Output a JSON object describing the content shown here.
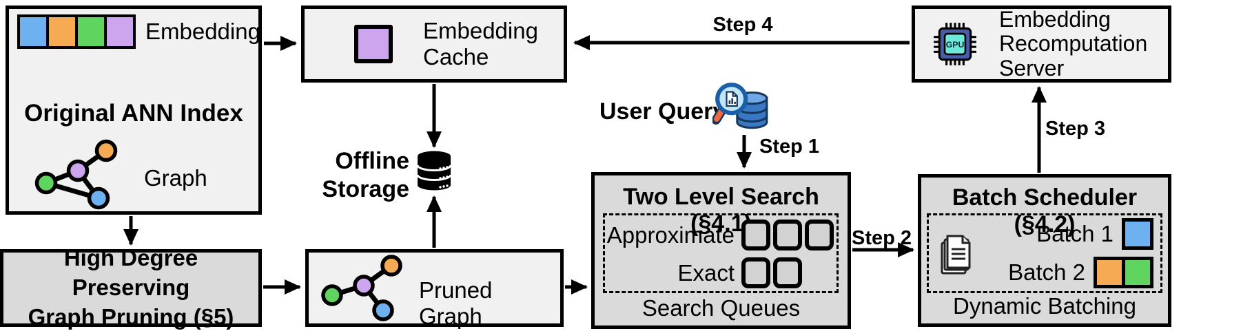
{
  "colors": {
    "blue": "#6eb1f1",
    "orange": "#f6aa54",
    "green": "#5fd45f",
    "purple": "#cda5ee",
    "box_light": "#f1f1f1",
    "box_dark": "#dadada",
    "queue_slot_fill": "#d2d2d2",
    "gpu_body": "#4a5ca6",
    "gpu_core": "#6fe9dc",
    "query_db_fill": "#3b78c4",
    "query_db_top": "#6fa8e4",
    "query_lens_fill": "#bfe7f8",
    "query_handle": "#f06a3d",
    "outline": "#000000"
  },
  "nodes": {
    "original_ann_index": {
      "title": "Original ANN Index",
      "embedding_label": "Embedding",
      "graph_label": "Graph",
      "embedding_colors": [
        "blue",
        "orange",
        "green",
        "purple"
      ]
    },
    "embedding_cache": {
      "label": "Embedding Cache"
    },
    "offline_storage": {
      "lines": [
        "Offline",
        "Storage"
      ]
    },
    "user_query": {
      "label": "User Query"
    },
    "recomputation_server": {
      "label": "Embedding Recomputation Server",
      "gpu_chip_label": "GPU"
    },
    "hdgp": {
      "lines": [
        "High Degree Preserving",
        "Graph Pruning (§5)"
      ]
    },
    "pruned_graph": {
      "label": "Pruned Graph"
    },
    "two_level_search": {
      "title": "Two Level Search (§4.1)",
      "approximate_label": "Approximate",
      "exact_label": "Exact",
      "approximate_queue_slots": 3,
      "exact_queue_slots": 2,
      "footer": "Search Queues"
    },
    "batch_scheduler": {
      "title": "Batch Scheduler (§4.2)",
      "batches": [
        {
          "label": "Batch 1",
          "colors": [
            "blue"
          ]
        },
        {
          "label": "Batch 2",
          "colors": [
            "orange",
            "green"
          ]
        }
      ],
      "footer": "Dynamic Batching"
    }
  },
  "arrows": {
    "step1": "Step 1",
    "step2": "Step 2",
    "step3": "Step 3",
    "step4": "Step 4"
  }
}
